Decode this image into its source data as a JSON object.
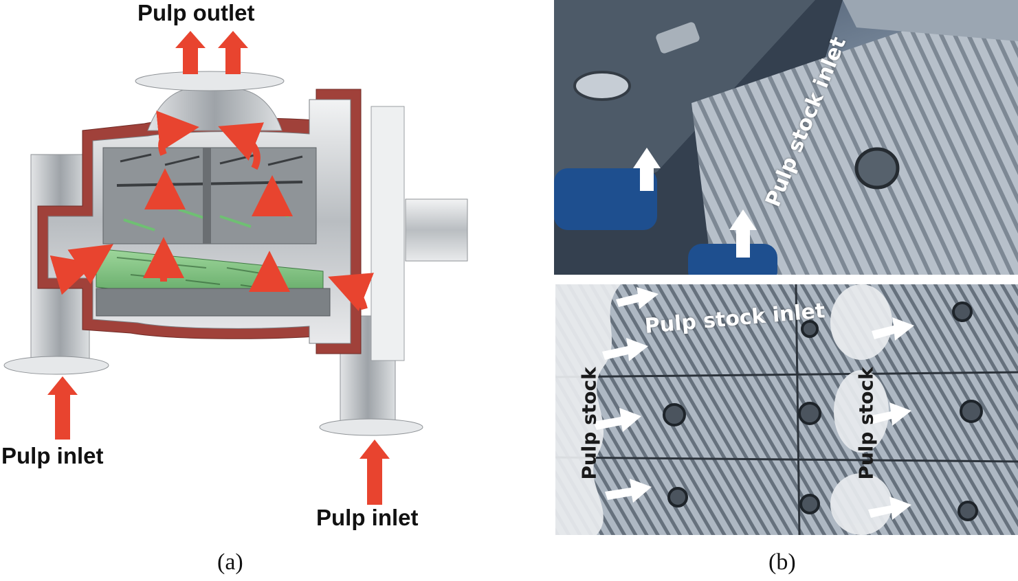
{
  "panel_a": {
    "outlet_label": "Pulp outlet",
    "inlet_left_label": "Pulp inlet",
    "inlet_right_label": "Pulp inlet",
    "caption": "(a)"
  },
  "panel_b": {
    "top_label": "Pulp stock inlet",
    "bottom_center_label": "Pulp stock inlet",
    "bottom_left_label": "Pulp stock",
    "bottom_right_label": "Pulp stock",
    "caption": "(b)"
  },
  "colors": {
    "arrow_red": "#e8442f",
    "housing_red": "#a0413a",
    "rotor_green": "#6fbf73",
    "steel": "#c8ccd0"
  }
}
